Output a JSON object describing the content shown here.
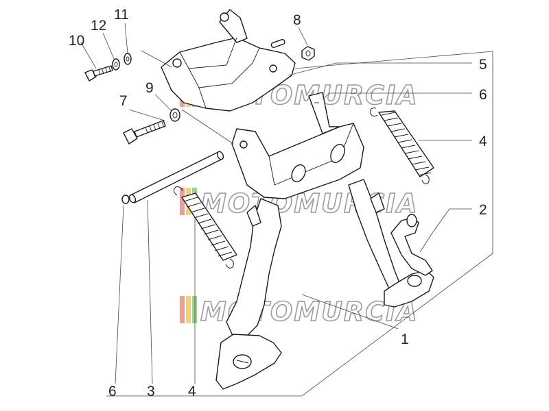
{
  "diagram": {
    "part_labels": [
      {
        "id": "10",
        "text": "10"
      },
      {
        "id": "12",
        "text": "12"
      },
      {
        "id": "11",
        "text": "11"
      },
      {
        "id": "8",
        "text": "8"
      },
      {
        "id": "5",
        "text": "5"
      },
      {
        "id": "6a",
        "text": "6"
      },
      {
        "id": "7",
        "text": "7"
      },
      {
        "id": "9",
        "text": "9"
      },
      {
        "id": "4a",
        "text": "4"
      },
      {
        "id": "2",
        "text": "2"
      },
      {
        "id": "1",
        "text": "1"
      },
      {
        "id": "6b",
        "text": "6"
      },
      {
        "id": "3",
        "text": "3"
      },
      {
        "id": "4b",
        "text": "4"
      }
    ],
    "watermark": {
      "text": "MOTOMURCIA",
      "stripe_colors": [
        "#e8a09a",
        "#f2d36a",
        "#9fd08f"
      ]
    }
  }
}
